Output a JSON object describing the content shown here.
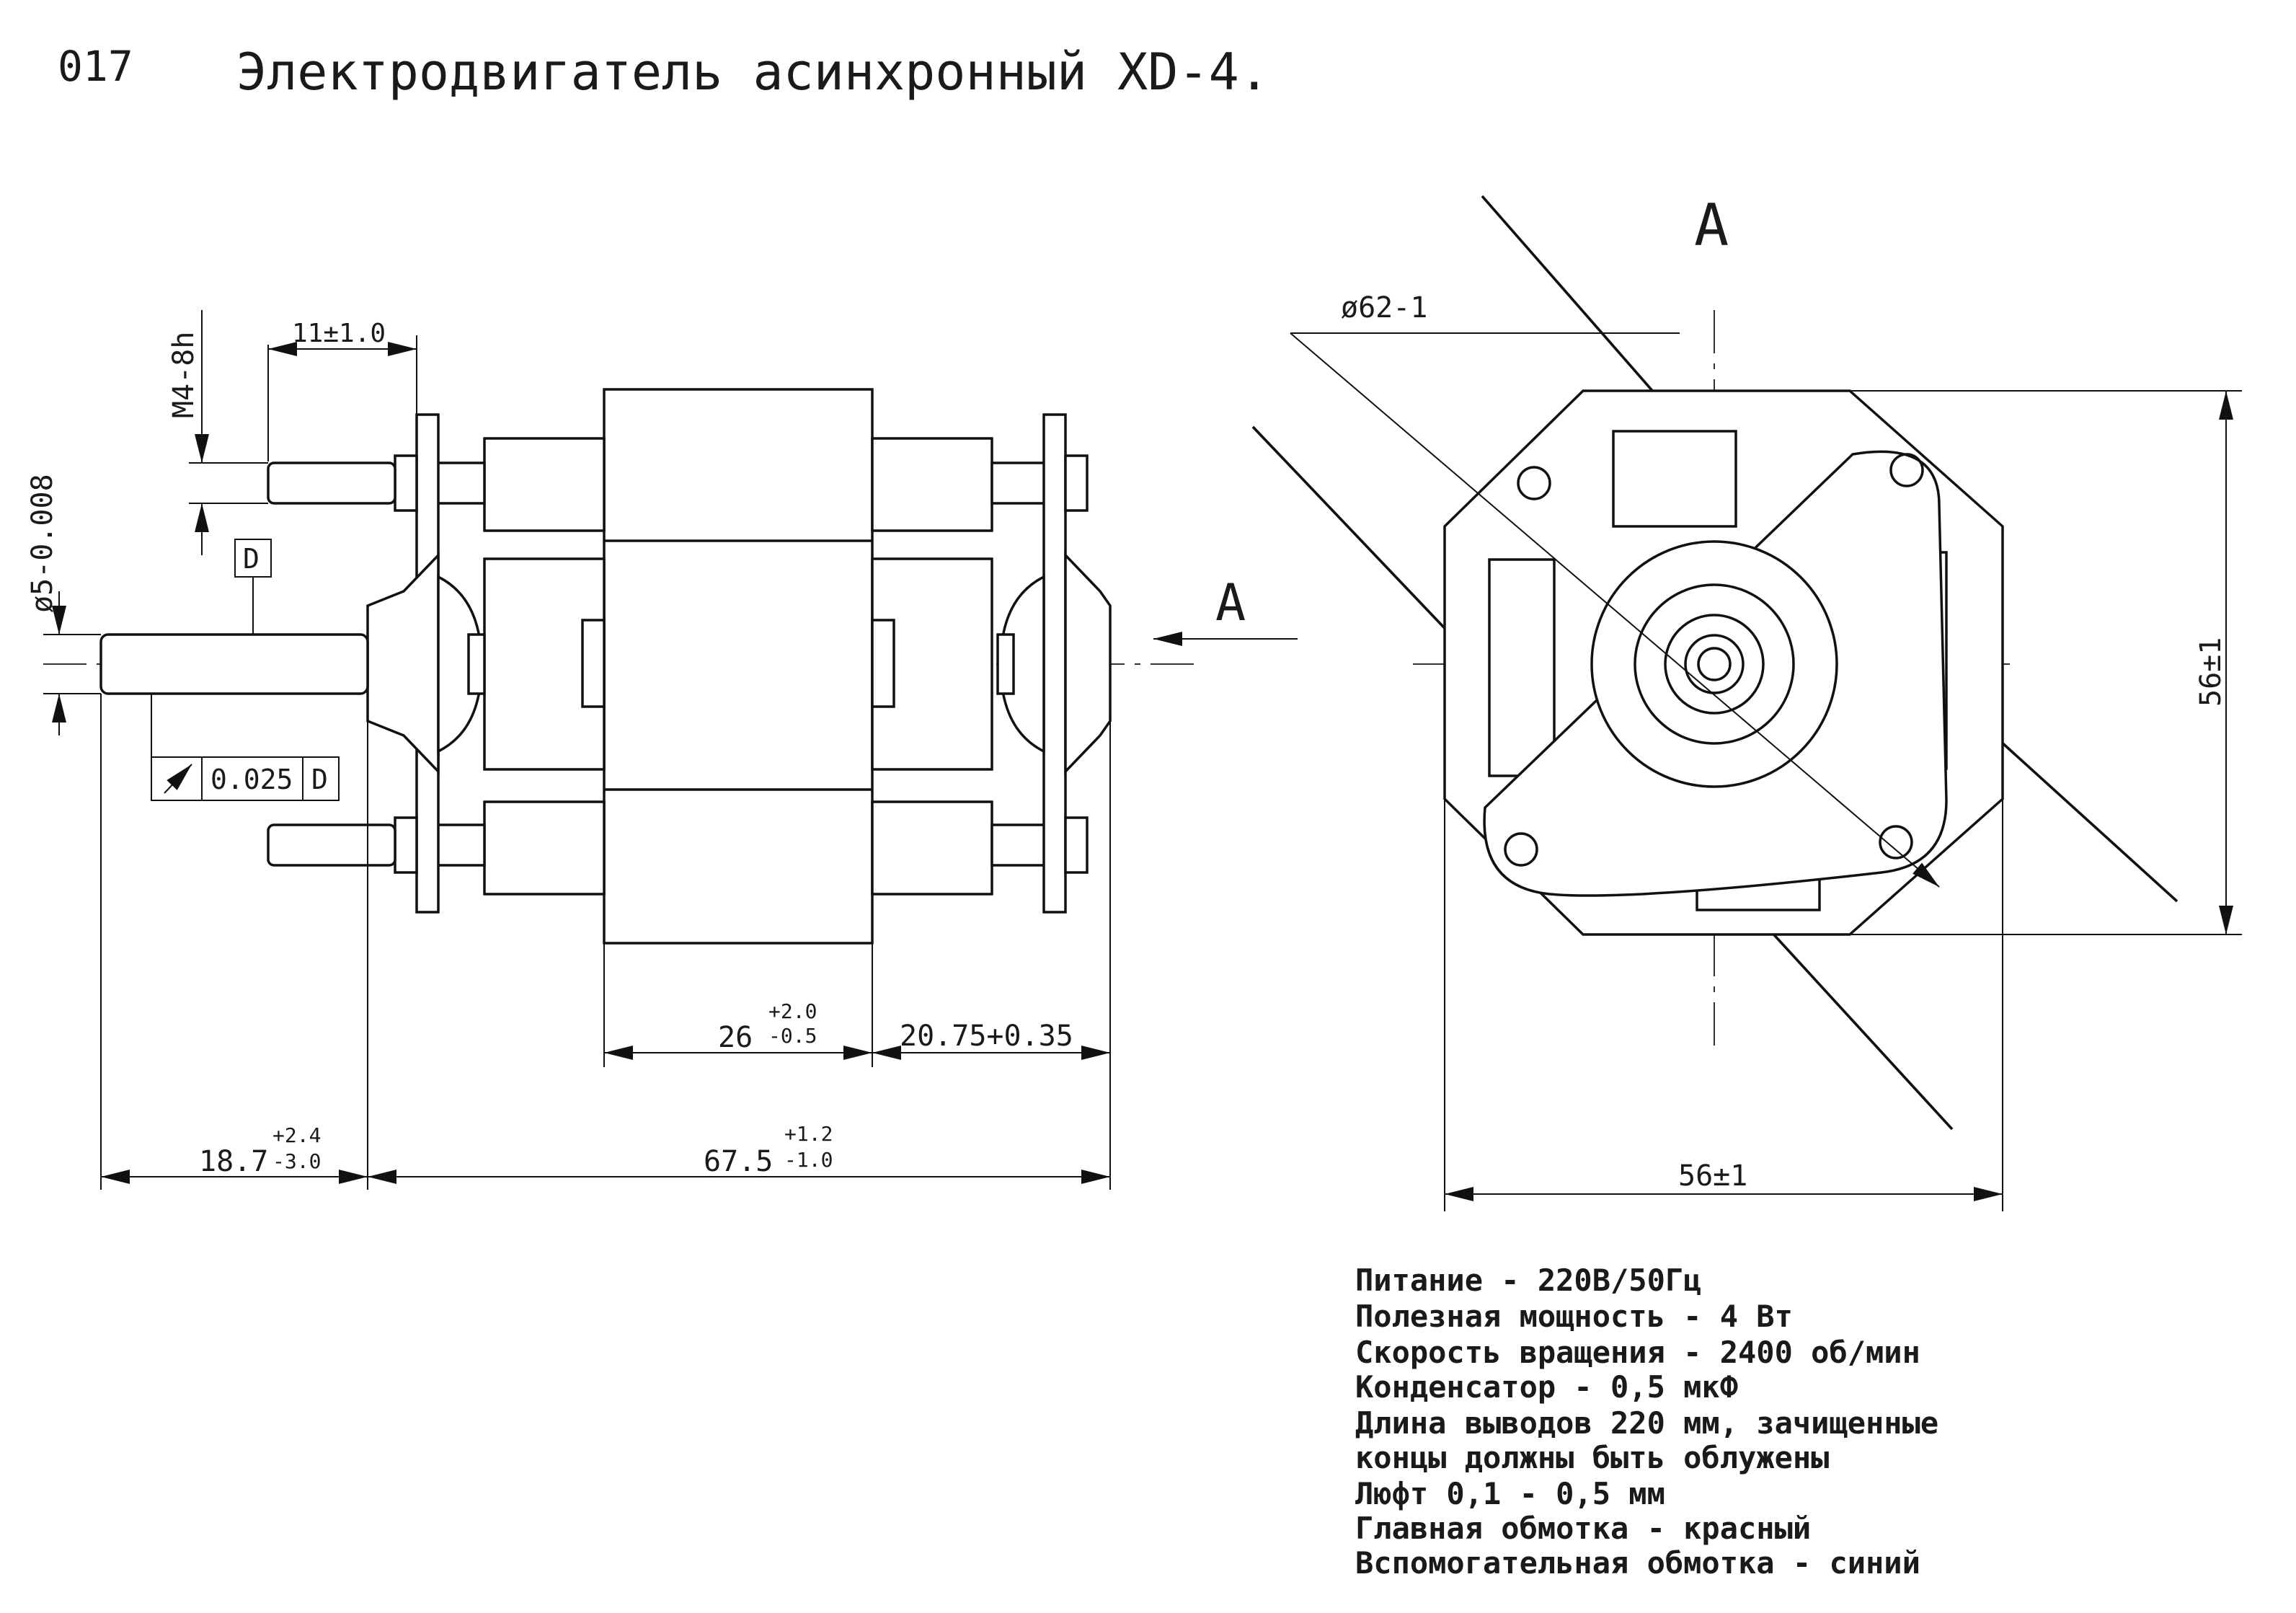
{
  "header": {
    "sheet_number": "017",
    "title": "Электродвигатель асинхронный XD-4."
  },
  "side_view": {
    "thread_label": "M4-8h",
    "shaft_diameter_label": "ø5-0.008",
    "datum_label": "D",
    "stud_length": "11±1.0",
    "runout": {
      "value": "0.025",
      "datum": "D"
    },
    "stack_length": {
      "nominal": "26",
      "upper": "+2.0",
      "lower": "-0.5"
    },
    "rear_length": "20.75+0.35",
    "shaft_length": {
      "nominal": "18.7",
      "upper": "+2.4",
      "lower": "-3.0"
    },
    "overall_length": {
      "nominal": "67.5",
      "upper": "+1.2",
      "lower": "-1.0"
    },
    "section_label": "A"
  },
  "front_view": {
    "view_label": "A",
    "bolt_circle": "ø62-1",
    "height": "56±1",
    "width": "56±1"
  },
  "specs": [
    "Питание - 220В/50Гц",
    "Полезная мощность - 4 Вт",
    "Скорость вращения - 2400 об/мин",
    "Конденсатор - 0,5 мкФ",
    "Длина выводов 220 мм, зачищенные",
    "концы должны быть облужены",
    "Люфт 0,1 - 0,5 мм",
    "Главная обмотка - красный",
    "Вспомогательная обмотка - синий"
  ]
}
